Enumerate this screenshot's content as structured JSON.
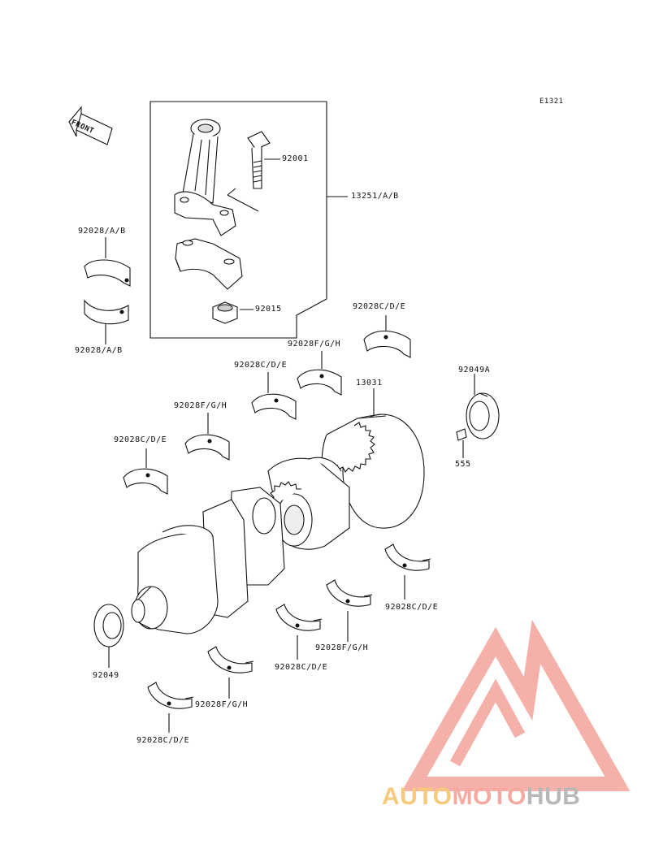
{
  "diagram_code": "E1321",
  "front_label": "FRONT",
  "labels": {
    "p92001": "92001",
    "p13251": "13251/A/B",
    "p92015": "92015",
    "p92028ab_top": "92028/A/B",
    "p92028ab_bot": "92028/A/B",
    "p92028cde_1": "92028C/D/E",
    "p92028fgh_1": "92028F/G/H",
    "p92028cde_2": "92028C/D/E",
    "p13031": "13031",
    "p92049a": "92049A",
    "p92028fgh_2": "92028F/G/H",
    "p92028cde_3": "92028C/D/E",
    "p555": "555",
    "p92028cde_4": "92028C/D/E",
    "p92049": "92049",
    "p92028fgh_3": "92028F/G/H",
    "p92028cde_5": "92028C/D/E",
    "p92028fgh_4": "92028F/G/H",
    "p92028cde_6": "92028C/D/E"
  },
  "watermark": {
    "part1": "AUTO",
    "part2": "MOTO",
    "part3": "HUB",
    "color_primary": "#f5a9a0",
    "color_secondary": "#f7c97a",
    "color_tertiary": "#b8b8b8"
  }
}
